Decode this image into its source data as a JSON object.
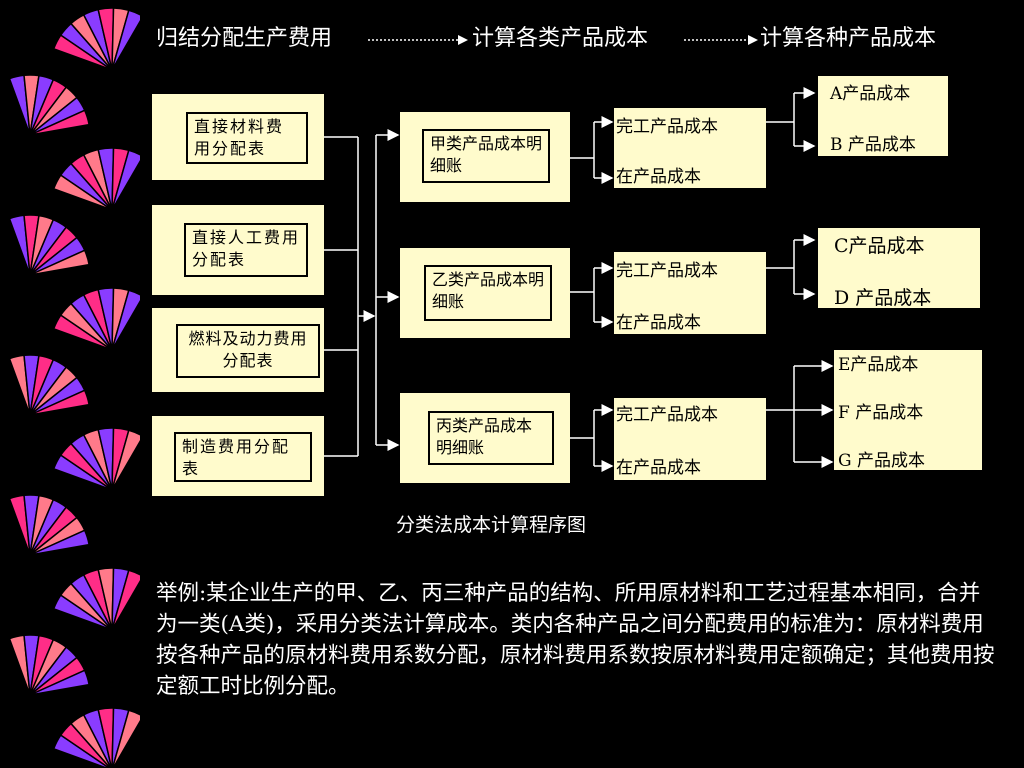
{
  "header": {
    "step1": "归结分配生产费用",
    "step2": "计算各类产品成本",
    "step3": "计算各种产品成本"
  },
  "diagram": {
    "sources": [
      "直接材料费用分配表",
      "直接人工费用分配表",
      "燃料及动力费用分配表",
      "制造费用分配表"
    ],
    "ledgers": [
      "甲类产品成本明细账",
      "乙类产品成本明细账",
      "丙类产品成本明细账"
    ],
    "split_groups": [
      {
        "finished": "完工产品成本",
        "wip": "在产品成本",
        "products": [
          "A产品成本",
          "B 产品成本"
        ]
      },
      {
        "finished": "完工产品成本",
        "wip": "在产品成本",
        "products": [
          "C产品成本",
          "D 产品成本"
        ]
      },
      {
        "finished": "完工产品成本",
        "wip": "在产品成本",
        "products": [
          "E产品成本",
          "F 产品成本",
          "G 产品成本"
        ]
      }
    ],
    "caption": "分类法成本计算程序图"
  },
  "example_text": "举例:某企业生产的甲、乙、丙三种产品的结构、所用原材料和工艺过程基本相同，合并为一类(A类)，采用分类法计算成本。类内各种产品之间分配费用的标准为：原材料费用按各种产品的原材料费用系数分配，原材料费用系数按原材料费用定额确定；其他费用按定额工时比例分配。",
  "colors": {
    "background": "#000000",
    "panel": "#fffbcc",
    "fan_pink": "#ff2d87",
    "fan_violet": "#8a3cff",
    "fan_salmon": "#ff7a8a"
  }
}
